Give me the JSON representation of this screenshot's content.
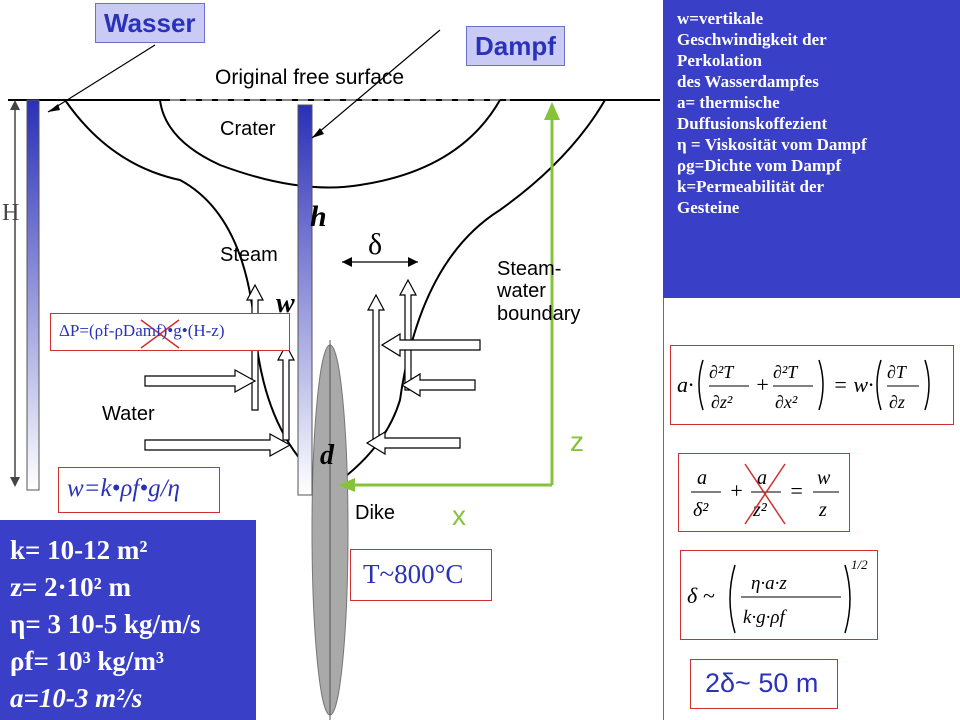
{
  "labels": {
    "wasser": "Wasser",
    "dampf": "Dampf",
    "original_free_surface": "Original free surface",
    "crater": "Crater",
    "steam": "Steam",
    "steam_water_boundary_1": "Steam-",
    "steam_water_boundary_2": "water",
    "steam_water_boundary_3": "boundary",
    "water": "Water",
    "dike": "Dike",
    "H": "H",
    "h": "h",
    "w": "w",
    "d": "d",
    "delta": "δ",
    "z": "z",
    "x": "x"
  },
  "pressure_formula": "ΔP=(ρf-ρDamf)•g•(H-z)",
  "w_formula": "w=k•ρf•g/η",
  "temperature": "T~800°C",
  "result": "2δ~ 50 m",
  "legend": {
    "l1": "w=vertikale",
    "l2": "Geschwindigkeit der",
    "l3": "Perkolation",
    "l4": "des Wasserdampfes",
    "l5": "a= thermische",
    "l6": "Duffusionskoffezient",
    "l7": "η = Viskosität vom Dampf",
    "l8": "ρg=Dichte vom Dampf",
    "l9": "k=Permeabilität der",
    "l10": "Gesteine"
  },
  "params": {
    "k": "k= 10-12 m²",
    "z": "z= 2·10² m",
    "eta": "η= 3 10-5 kg/m/s",
    "rho": "ρf= 10³ kg/m³",
    "a": "a=10-3 m²/s"
  },
  "colors": {
    "panel_blue": "#3a3fc7",
    "label_bg": "#c9cbf5",
    "green": "#86c33a",
    "red": "#d03030",
    "dike_grey": "#a9a9a9"
  }
}
